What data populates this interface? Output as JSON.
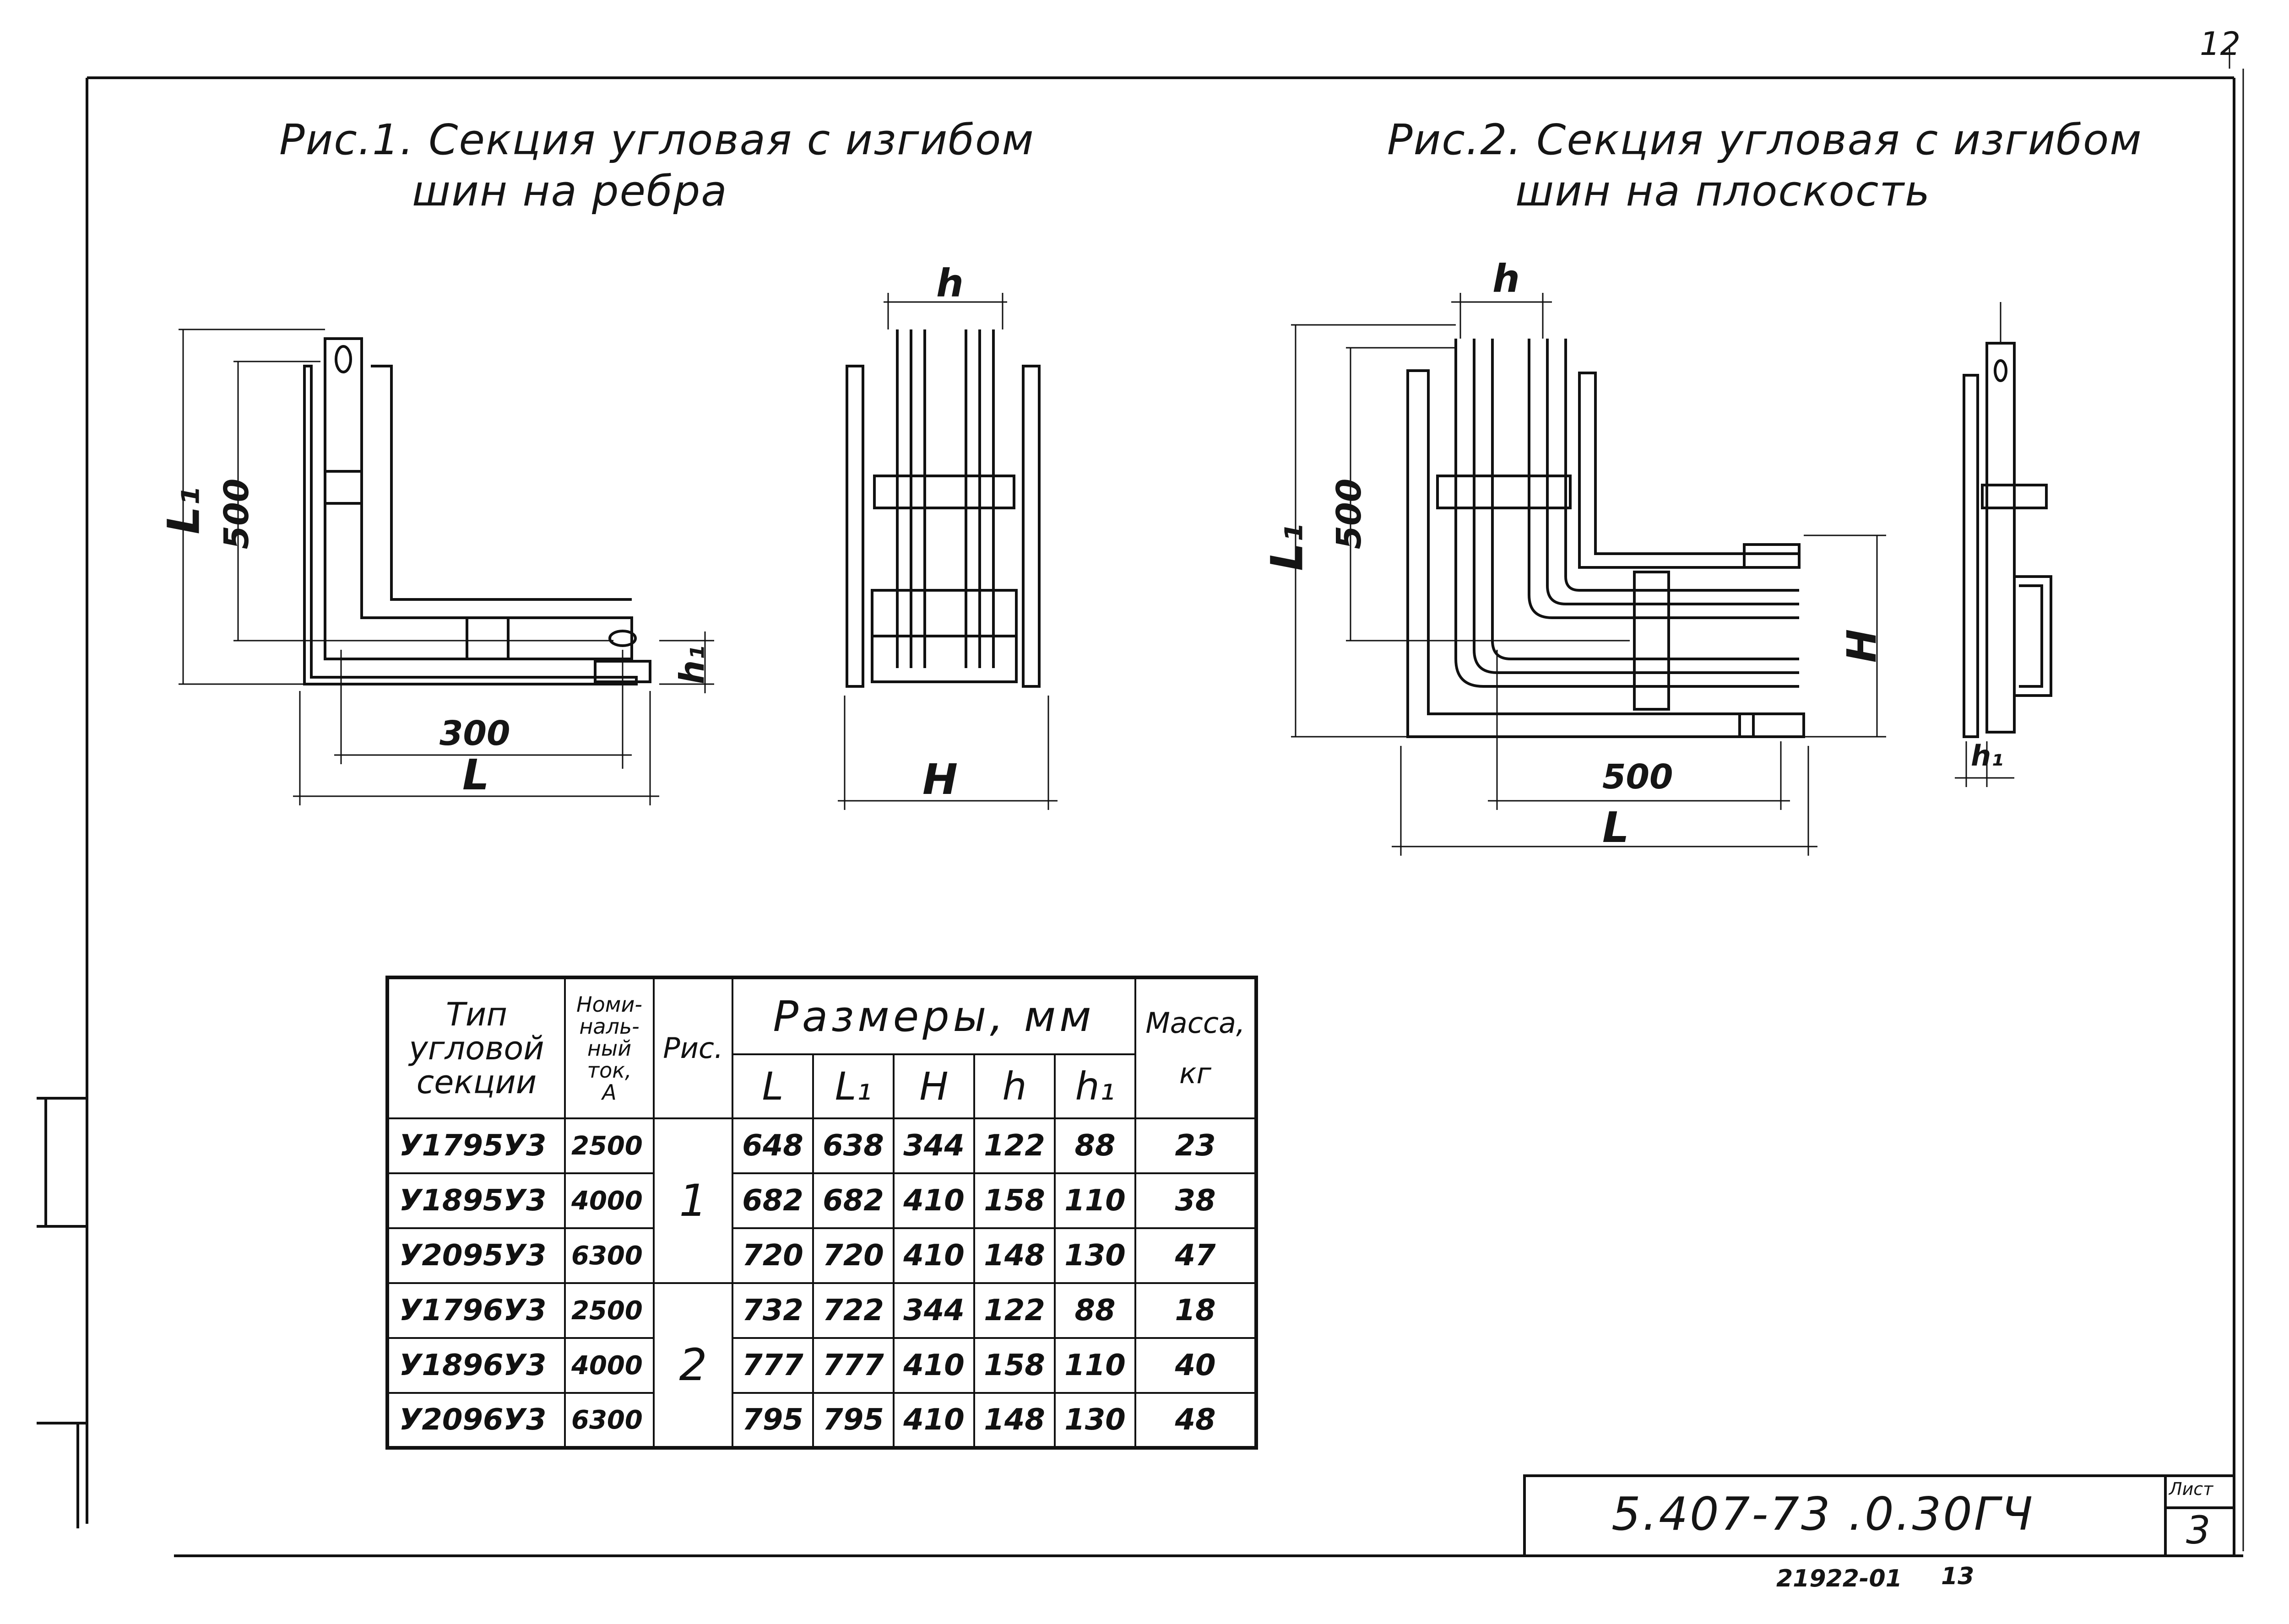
{
  "page_number": "12",
  "figure1": {
    "title_line1": "Рис.1. Секция угловая с изгибом",
    "title_line2": "шин на ребра",
    "dims": {
      "L1": "L₁",
      "d500": "500",
      "d300": "300",
      "L": "L",
      "h": "h",
      "h1": "h₁",
      "H": "H"
    }
  },
  "figure2": {
    "title_line1": "Рис.2. Секция угловая с изгибом",
    "title_line2": "шин на плоскость",
    "dims": {
      "h": "h",
      "d500v": "500",
      "L1": "L₁",
      "H": "H",
      "d500h": "500",
      "L": "L",
      "h1": "h₁"
    }
  },
  "table": {
    "headers": {
      "type": [
        "Тип",
        "угловой",
        "секции"
      ],
      "current": [
        "Номи-",
        "наль-",
        "ный",
        "ток,",
        "А"
      ],
      "fig": "Рис.",
      "sizes": "Размеры, мм",
      "mass": [
        "Масса,",
        "кг"
      ],
      "sub": [
        "L",
        "L₁",
        "H",
        "h",
        "h₁"
      ]
    },
    "groups": [
      {
        "fig": "1",
        "rows": [
          {
            "type": "У1795У3",
            "current": "2500",
            "L": "648",
            "L1": "638",
            "H": "344",
            "h": "122",
            "h1": "88",
            "mass": "23"
          },
          {
            "type": "У1895У3",
            "current": "4000",
            "L": "682",
            "L1": "682",
            "H": "410",
            "h": "158",
            "h1": "110",
            "mass": "38"
          },
          {
            "type": "У2095У3",
            "current": "6300",
            "L": "720",
            "L1": "720",
            "H": "410",
            "h": "148",
            "h1": "130",
            "mass": "47"
          }
        ]
      },
      {
        "fig": "2",
        "rows": [
          {
            "type": "У1796У3",
            "current": "2500",
            "L": "732",
            "L1": "722",
            "H": "344",
            "h": "122",
            "h1": "88",
            "mass": "18"
          },
          {
            "type": "У1896У3",
            "current": "4000",
            "L": "777",
            "L1": "777",
            "H": "410",
            "h": "158",
            "h1": "110",
            "mass": "40"
          },
          {
            "type": "У2096У3",
            "current": "6300",
            "L": "795",
            "L1": "795",
            "H": "410",
            "h": "148",
            "h1": "130",
            "mass": "48"
          }
        ]
      }
    ]
  },
  "stamp": {
    "code": "5.407-73 .0.30ГЧ",
    "sheet_label": "Лист",
    "sheet_number": "3"
  },
  "archive": {
    "number": "21922-01",
    "page": "13"
  }
}
